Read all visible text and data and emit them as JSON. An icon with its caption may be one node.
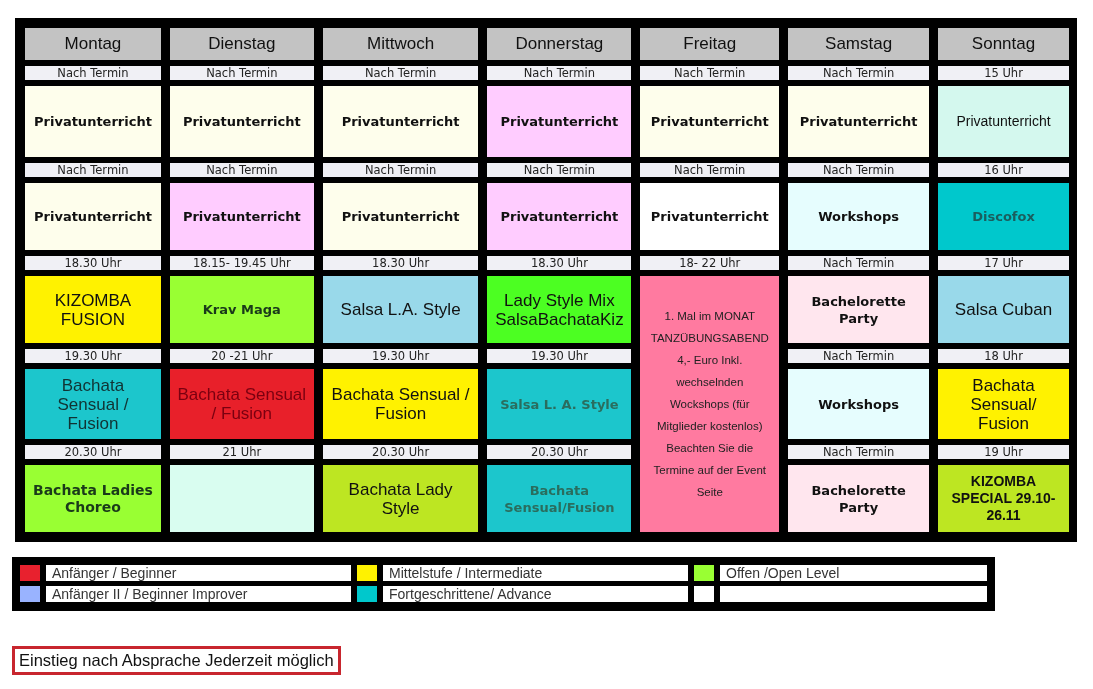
{
  "diagram": {
    "nodes": [
      {
        "text": [],
        "shape": "box"
      },
      {
        "text": [],
        "shape": "box"
      },
      {
        "text": [],
        "shape": "box"
      }
    ],
    "labels": [
      "Montag",
      "Dienstag",
      "Mittwoch",
      "Donnerstag",
      "Freitag",
      "Samstag",
      "Sonntag",
      "Nach Termin",
      "Nach Termin",
      "Nach Termin",
      "Nach Termin",
      "Nach Termin",
      "Nach Termin",
      "15 Uhr",
      "Privatunterricht",
      "Privatunterricht",
      "Privatunterricht",
      "Privatunterricht",
      "Privatunterricht",
      "Privatunterricht",
      "Privatunterricht",
      "Nach Termin",
      "Nach Termin",
      "Nach Termin",
      "Nach Termin",
      "Nach Termin",
      "Nach Termin",
      "16 Uhr",
      "Privatunterricht",
      "Privatunterricht",
      "Privatunterricht",
      "Privatunterricht",
      "Privatunterricht",
      "Workshops",
      "Discofox",
      "18.30 Uhr",
      "18.15- 19.45 Uhr",
      "18.30 Uhr",
      "18.30 Uhr",
      "18- 22 Uhr",
      "Nach Termin",
      "17 Uhr",
      "KIZOMBA FUSION",
      "Krav Maga",
      "Salsa L.A. Style",
      "Lady Style Mix SalsaBachataKiz",
      "1. Mal im MONAT TANZÜBUNGSABEND 4,- Euro Inkl. wechselnden Wockshops (für Mitglieder kostenlos) Beachten Sie die Termine auf der Event Seite",
      "Bachelorette Party",
      "Salsa Cuban",
      "19.30 Uhr",
      "20 -21 Uhr",
      "19.30 Uhr",
      "19.30 Uhr",
      "Nach Termin",
      "18 Uhr",
      "Bachata Sensual / Fusion",
      "Bachata Sensual / Fusion",
      "Bachata Sensual / Fusion",
      "Salsa L. A. Style",
      "Workshops",
      "Bachata Sensual/ Fusion",
      "20.30 Uhr",
      "21 Uhr",
      "20.30 Uhr",
      "20.30 Uhr",
      "Nach Termin",
      "19 Uhr",
      "Bachata Ladies Choreo",
      "Bachata Lady Style",
      "Bachata Sensual/Fusion",
      "Bachelorette Party",
      "KIZOMBA SPECIAL 29.10-26.11",
      "Einstieg nach Absprache Jederzeit möglich"
    ],
    "legend": [
      {
        "text": "Anfänger / Beginner",
        "color": "#e8212e"
      },
      {
        "text": "Mittelstufe / Intermediate",
        "color": "#fff200"
      },
      {
        "text": "Offen /Open Level",
        "color": "#99ff33"
      },
      {
        "text": "Anfänger II / Beginner Improver",
        "color": "#99b3ff"
      },
      {
        "text": "Fortgeschrittene/ Advance",
        "color": "#00c8cc"
      }
    ]
  }
}
